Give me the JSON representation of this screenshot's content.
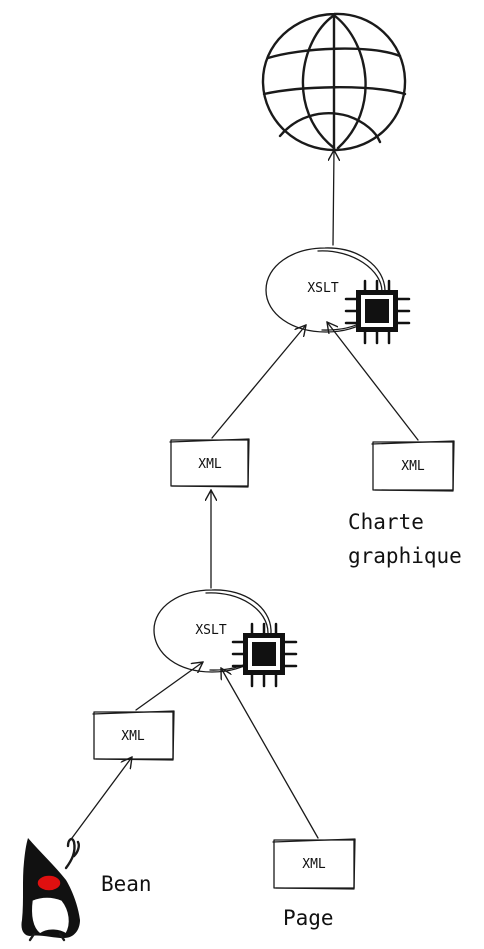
{
  "nodes": {
    "xslt_top": "XSLT",
    "xslt_bottom": "XSLT",
    "xml_mid": "XML",
    "xml_charte": "XML",
    "xml_bean": "XML",
    "xml_page": "XML"
  },
  "labels": {
    "charte_line1": "Charte",
    "charte_line2": "graphique",
    "bean": "Bean",
    "page": "Page"
  },
  "icons": [
    "globe-icon",
    "cpu-chip-icon",
    "cpu-chip-icon",
    "duke-mascot-icon"
  ],
  "colors": {
    "ink": "#1a1a1a",
    "accent": "#e01010"
  }
}
